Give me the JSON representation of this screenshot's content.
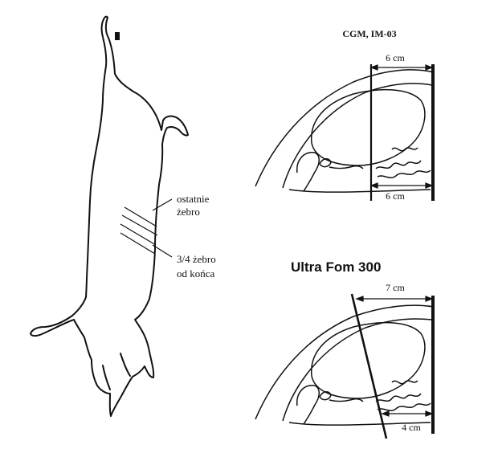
{
  "carcass": {
    "label_last_rib_line1": "ostatnie",
    "label_last_rib_line2": "żebro",
    "label_three_quarter_line1": "3/4 żebro",
    "label_three_quarter_line2": "od końca"
  },
  "panels": {
    "top": {
      "title": "CGM, IM-03",
      "upper_measurement": "6 cm",
      "lower_measurement": "6 cm"
    },
    "bottom": {
      "title": "Ultra Fom 300",
      "upper_measurement": "7 cm",
      "lower_measurement": "4 cm"
    }
  },
  "colors": {
    "ink": "#111111",
    "background": "#ffffff"
  }
}
